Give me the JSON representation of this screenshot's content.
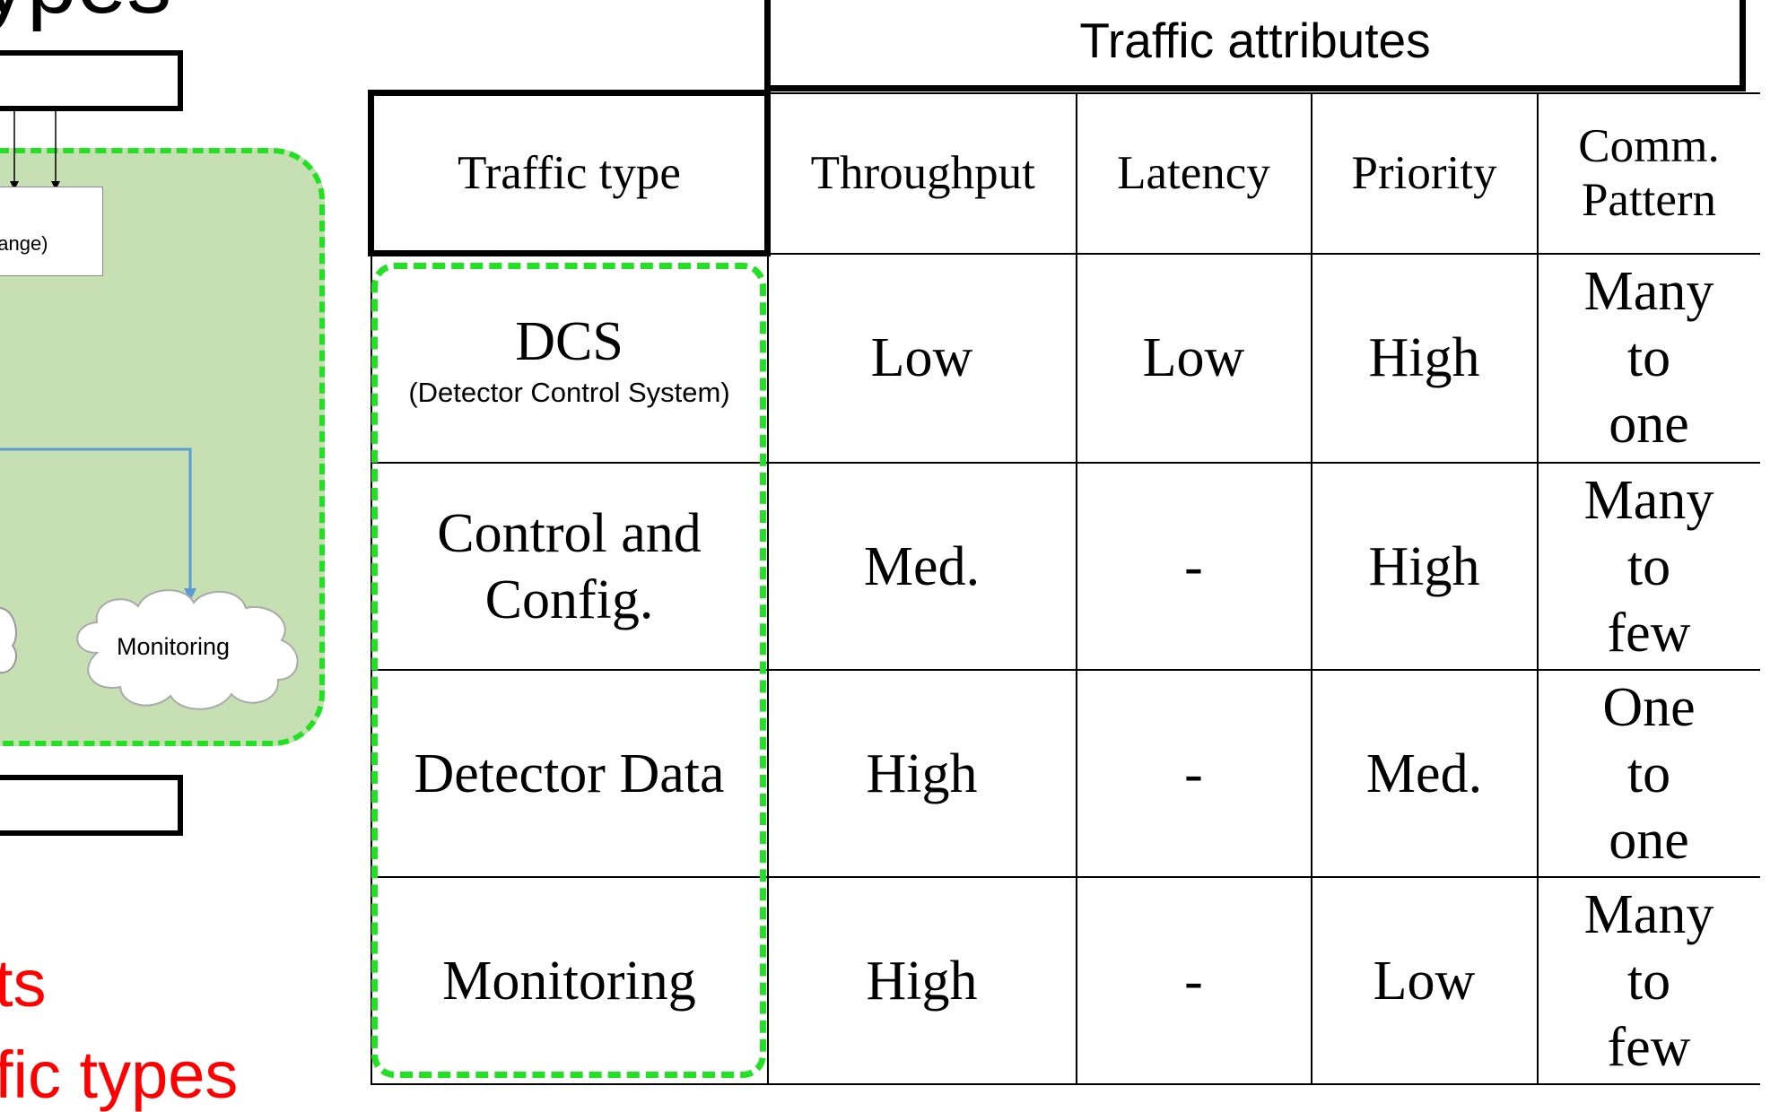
{
  "slide_fragment": {
    "title_text": "ypes",
    "bullets": [
      "ts",
      "fic types"
    ]
  },
  "diagram": {
    "box_text": "hange)",
    "cloud_label": "Monitoring"
  },
  "table": {
    "group_header": "Traffic attributes",
    "first_column_header": "Traffic type",
    "columns": [
      "Throughput",
      "Latency",
      "Priority",
      "Comm.\nPattern"
    ],
    "rows": [
      {
        "type": "DCS",
        "subtitle": "(Detector Control System)",
        "values": [
          "Low",
          "Low",
          "High",
          "Many\nto\none"
        ]
      },
      {
        "type": "Control and\nConfig.",
        "subtitle": "",
        "values": [
          "Med.",
          "-",
          "High",
          "Many\nto\nfew"
        ]
      },
      {
        "type": "Detector Data",
        "subtitle": "",
        "values": [
          "High",
          "-",
          "Med.",
          "One\nto\none"
        ]
      },
      {
        "type": "Monitoring",
        "subtitle": "",
        "values": [
          "High",
          "-",
          "Low",
          "Many\nto\nfew"
        ]
      }
    ]
  },
  "colors": {
    "panel_fill": "#c6e0b4",
    "dash_green": "#22e122",
    "bullet_red": "#ff0000",
    "arrow_blue": "#5b9bd5"
  }
}
